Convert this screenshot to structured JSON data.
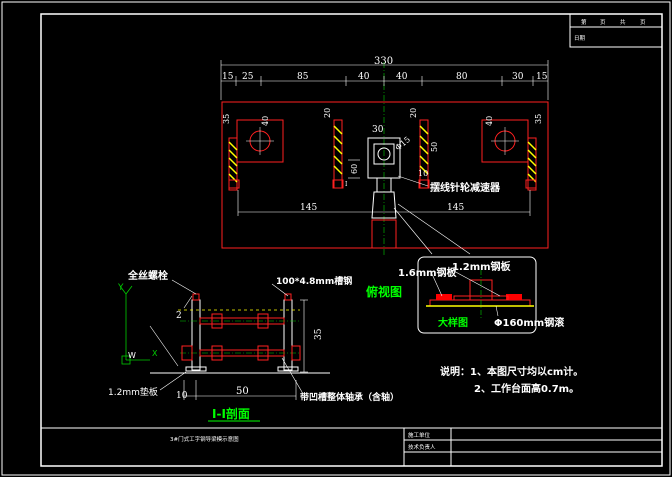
{
  "title_block": {
    "sheet_labels": [
      "第",
      "页",
      "共",
      "页"
    ],
    "date_label": "日期",
    "drawing_title": "3#门式工字钢导梁模示意图",
    "unit_label": "施工单位",
    "tech_label": "技术负责人"
  },
  "plan_view": {
    "title": "俯视图",
    "dims_top": [
      "15",
      "25",
      "85",
      "40",
      "40",
      "80",
      "30",
      "15"
    ],
    "dim_total": "330",
    "dim_left_half": "145",
    "dim_right_half": "145",
    "small_dims": [
      "35",
      "40",
      "20",
      "30",
      "20",
      "40",
      "35",
      "60",
      "50",
      "10"
    ],
    "diameter_label": "Φ15",
    "reducer_label": "摆线针轮减速器",
    "section_mark": "I"
  },
  "detail": {
    "label_plate_16": "1.6mm钢板",
    "label_plate_12": "1.2mm钢板",
    "label_big": "大样图",
    "label_roller": "Φ160mm钢滚"
  },
  "section_view": {
    "title": "I-I剖面",
    "label_bolt": "全丝螺栓",
    "label_channel": "100*4.8mm槽钢",
    "label_plate": "1.2mm垫板",
    "label_bearing": "带凹槽整体轴承（含轴）",
    "dim_50": "50",
    "dim_10": "10",
    "dim_35": "35",
    "dim_2": "2",
    "axis_y": "Y",
    "axis_w": "W",
    "axis_x": "X"
  },
  "notes": {
    "line1": "说明：1、本图尺寸均以cm计。",
    "line2": "2、工作台面高0.7m。"
  },
  "colors": {
    "frame": "#ffffff",
    "outline": "#ff2020",
    "dimension": "#ffffff",
    "title_green": "#00ff00",
    "hatch_yellow": "#ffff00",
    "detail_fill": "#ff0000",
    "axis_green": "#00cc00"
  }
}
